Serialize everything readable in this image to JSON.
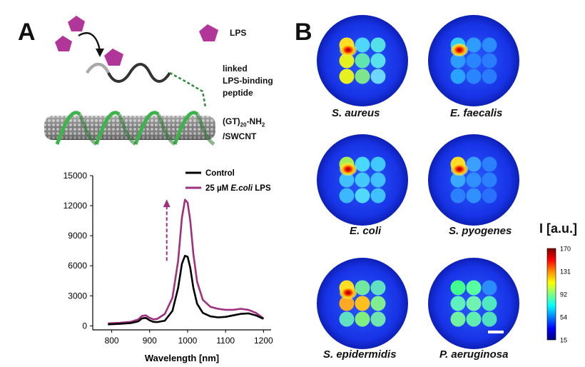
{
  "panels": {
    "a": "A",
    "b": "B"
  },
  "schematic": {
    "lps_label": "LPS",
    "peptide_label": [
      "linked",
      "LPS-binding",
      "peptide"
    ],
    "construct_label": {
      "line1_prefix": "(GT)",
      "line1_sub": "20",
      "line1_suffix": "-NH",
      "line1_sub2": "2",
      "line2": "/SWCNT"
    },
    "lps_color": "#b0369a",
    "helix_color": "#3cb44b",
    "peptide_color": "#2e8b3a"
  },
  "chart_data": {
    "type": "line",
    "xlabel": "Wavelength [nm]",
    "ylabel": "",
    "xlim": [
      750,
      1220
    ],
    "ylim": [
      -400,
      15000
    ],
    "xticks": [
      800,
      900,
      1000,
      1100,
      1200
    ],
    "yticks": [
      0,
      3000,
      6000,
      9000,
      12000,
      15000
    ],
    "legend_position": "top-right",
    "series": [
      {
        "name": "Control",
        "color": "#000000",
        "x": [
          790,
          820,
          850,
          870,
          880,
          890,
          900,
          910,
          920,
          940,
          960,
          975,
          985,
          993,
          1000,
          1007,
          1015,
          1025,
          1040,
          1060,
          1080,
          1100,
          1120,
          1140,
          1160,
          1180,
          1200
        ],
        "y": [
          150,
          200,
          280,
          450,
          750,
          800,
          550,
          400,
          380,
          520,
          1500,
          3800,
          6200,
          7000,
          6900,
          5800,
          3800,
          2200,
          1300,
          950,
          850,
          900,
          1050,
          1200,
          1250,
          1050,
          700
        ]
      },
      {
        "name": "25 µM E.coli LPS",
        "name_parts": [
          "25 µM ",
          "E.coli",
          " LPS"
        ],
        "color": "#a0307f",
        "x": [
          790,
          820,
          850,
          870,
          880,
          890,
          900,
          910,
          920,
          940,
          960,
          975,
          985,
          993,
          1000,
          1007,
          1015,
          1025,
          1040,
          1060,
          1080,
          1100,
          1120,
          1140,
          1160,
          1180,
          1200
        ],
        "y": [
          250,
          300,
          400,
          650,
          1000,
          1050,
          800,
          650,
          700,
          1200,
          2800,
          6500,
          10800,
          12600,
          12300,
          10500,
          7200,
          4400,
          2600,
          1900,
          1700,
          1600,
          1600,
          1700,
          1600,
          1300,
          750
        ]
      }
    ],
    "arrow": {
      "x": 945,
      "y_from": 6500,
      "y_to": 12500,
      "color": "#a0307f"
    }
  },
  "heatmap_panel": {
    "colorbar_label": "I [a.u.]",
    "colorbar_ticks": [
      "170",
      "131",
      "92",
      "54",
      "15"
    ],
    "colorbar_colors": [
      "#7f0000",
      "#ff0000",
      "#ff8c00",
      "#ffff00",
      "#7fff7f",
      "#00ffff",
      "#0080ff",
      "#0000ff",
      "#00007f"
    ],
    "wells": [
      {
        "species": "S. aureus",
        "hot": 0
      },
      {
        "species": "E. faecalis",
        "hot": 0
      },
      {
        "species": "E. coli",
        "hot": 0
      },
      {
        "species": "S. pyogenes",
        "hot": 0
      },
      {
        "species": "S. epidermidis",
        "hot": 0
      },
      {
        "species": "P. aeruginosa",
        "hot": -1
      }
    ]
  }
}
